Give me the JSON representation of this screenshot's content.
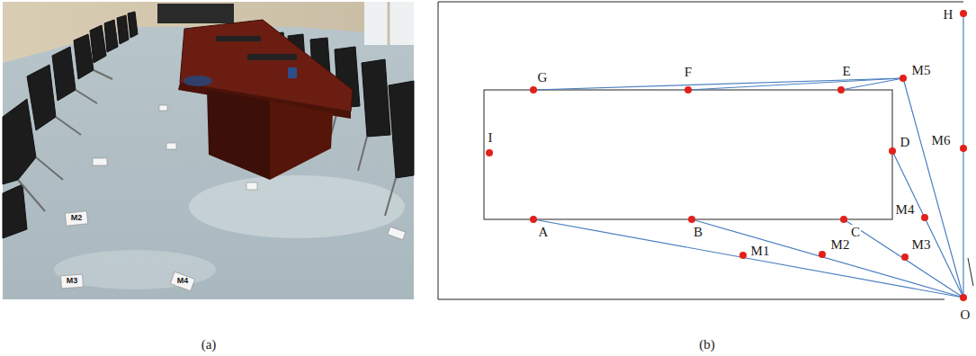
{
  "diagram": {
    "labels": [
      "M2",
      "M3",
      "M4",
      "(a)",
      "H",
      "G",
      "F",
      "E",
      "M5",
      "I",
      "D",
      "M6",
      "M4",
      "A",
      "B",
      "C",
      "M1",
      "M2",
      "M3",
      "O",
      "(b)"
    ]
  }
}
